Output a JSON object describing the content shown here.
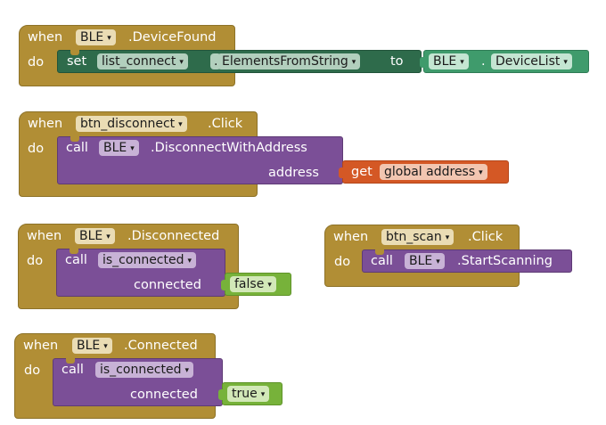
{
  "colors": {
    "event": "#b18e35",
    "procedure": "#7b4f97",
    "setter": "#2e6b4b",
    "component": "#3f9b6c",
    "getter": "#d45825",
    "logic": "#77b23a"
  },
  "icons": {
    "dropdown_arrow": "▾"
  },
  "blocks": {
    "device_found": {
      "when": "when",
      "component": "BLE",
      "event": ".DeviceFound",
      "do": "do",
      "set": "set",
      "var": "list_connect",
      "dot": ".",
      "method": "ElementsFromString",
      "to": "to",
      "comp2": "BLE",
      "dot2": ".",
      "prop": "DeviceList"
    },
    "btn_disconnect": {
      "when": "when",
      "component": "btn_disconnect",
      "event": ".Click",
      "do": "do",
      "call": "call",
      "comp": "BLE",
      "method": ".DisconnectWithAddress",
      "arg": "address",
      "get": "get",
      "getvar": "global address"
    },
    "disconnected": {
      "when": "when",
      "component": "BLE",
      "event": ".Disconnected",
      "do": "do",
      "call": "call",
      "proc": "is_connected",
      "arg": "connected",
      "value": "false"
    },
    "btn_scan": {
      "when": "when",
      "component": "btn_scan",
      "event": ".Click",
      "do": "do",
      "call": "call",
      "comp": "BLE",
      "method": ".StartScanning"
    },
    "connected": {
      "when": "when",
      "component": "BLE",
      "event": ".Connected",
      "do": "do",
      "call": "call",
      "proc": "is_connected",
      "arg": "connected",
      "value": "true"
    }
  }
}
